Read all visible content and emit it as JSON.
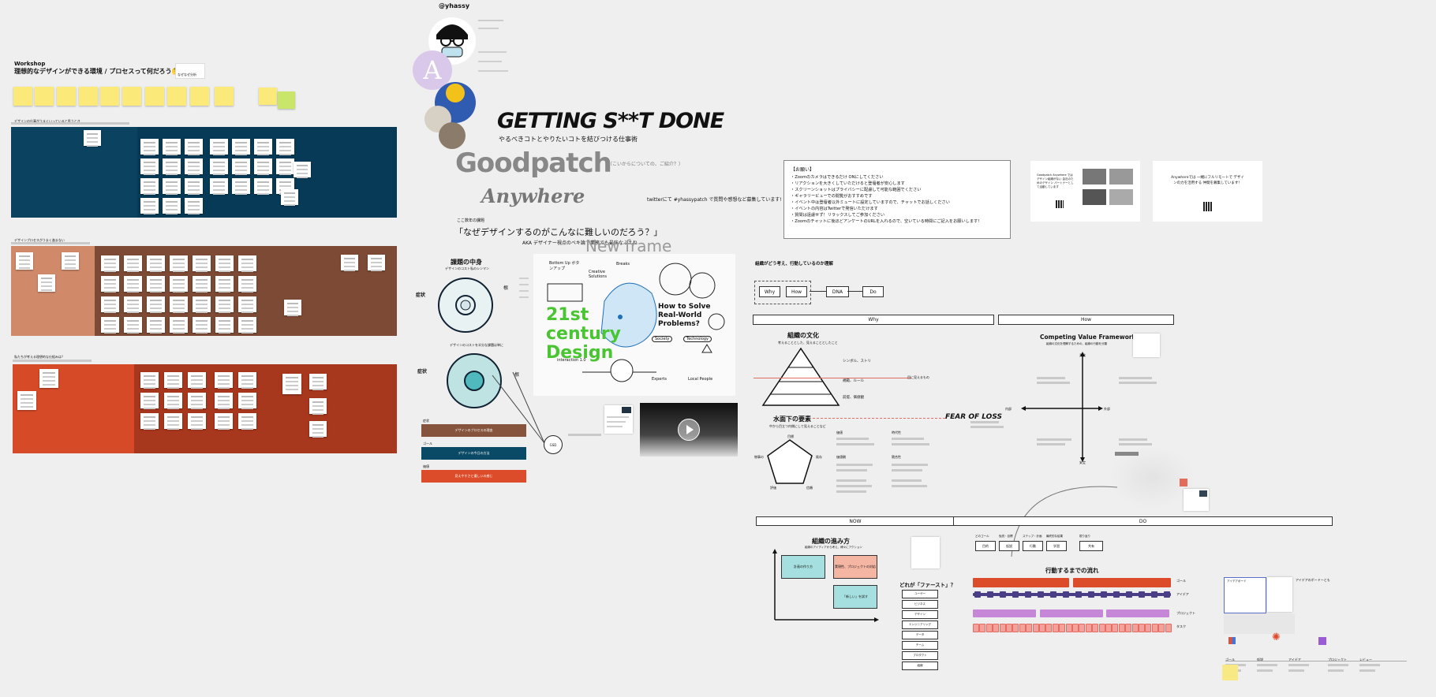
{
  "workshop": {
    "kicker": "Workshop",
    "title": "理想的なデザインができる環境 / プロセスって何だろう🤔",
    "note_button": "なぜなぜ分析"
  },
  "boards": [
    {
      "label": "デザインの仕事がうまくいっていると思うとき",
      "color": "#063a57"
    },
    {
      "label": "デザインプロセスがうまく進まない",
      "color": "#7d4b35"
    },
    {
      "label": "私たちが考える理想的な仕組みは？",
      "color": "#a7371d"
    }
  ],
  "speaker": {
    "handle": "@yhassy"
  },
  "headline": {
    "title": "GETTING S**T DONE",
    "subtitle": "やるべきコトとやりたいコトを結びつける仕事術",
    "brand_top": "Goodpatch",
    "brand_bottom": "Anywhere",
    "brand_note": "（こいからについての、ご紹介？）",
    "twitter": "twitterにて #yhassypatch で質問や感想など募集しています!"
  },
  "question": {
    "kicker": "ここ数年の課題",
    "title": "「なぜデザインするのがこんなに難しいのだろう？」",
    "subtitle": "AKA デザイナー視点のベキ論で業務でも最強なふえね"
  },
  "frame_label": "New frame",
  "notice": {
    "title": "【お願い】",
    "lines": [
      "・Zoomのカメラはできるだけ ONにしてください",
      "・リアクションを大きくしていただけると登壇者が安心します",
      "・スクリーンショットはプライバシーに配慮して可能な範囲でください",
      "・ギャラリービューでの閲覧がおすすめです",
      "・イベント中は登壇者以外ミュートに設定していますので、チャットでお話しください",
      "・イベントの内容はTwitterで発信いただけます",
      "・質問は遠慮せず！リラックスしてご参加ください",
      "・Zoomのチャットに後ほどアンケートのURLを入れるので、空いている時間にご記入をお願いします!"
    ]
  },
  "promo": {
    "card1": "Goodpatch Anywhere では デザイン組織がない 会社のためのデザイン パートナーとして活動しています",
    "card2": "Anywhereでは 一緒にフルリモートで デザインの力を活用する 仲間を募集しています！"
  },
  "problems": {
    "title": "課題の中身",
    "subtitle": "デザインのコスト私のシンマン",
    "symptom1": "症状",
    "symptom2": "症状",
    "root": "根",
    "caption": "デザインのコストを半分な課題は単に",
    "layers": [
      "デザインのプロセスの理由",
      "デザインの今日の方法",
      "見えやすさと優しいの感じ"
    ],
    "layer_tags": [
      "症状",
      "ゴール",
      "価値"
    ],
    "node": "GSD"
  },
  "sketchnote": {
    "big": "21st century Design",
    "solve": "How to Solve Real-World Problems?",
    "bottom_up": "Bottom Up ボタンアップ",
    "solutions": "Creative Solutions",
    "breaks": "Breaks",
    "interaction": "interaction 1.0",
    "society": "Society",
    "technology": "Technology",
    "experts": "Experts",
    "local": "Local People"
  },
  "org": {
    "intro": "組織がどう考え、行動しているのか理解",
    "steps": [
      "Why",
      "How",
      "DNA",
      "Do"
    ],
    "bar_left": "Why",
    "bar_right": "How",
    "culture_title": "組織の文化",
    "culture_sub": "考えることとした、見えることとしたこと",
    "pyramid": [
      "シンボル、ストリ",
      "規範、ルール",
      "前提、価値観"
    ],
    "visible_line": "目に見えるもの",
    "under_title": "水面下の要素",
    "under_sub": "中から目立つ内側にして見えることなど",
    "fear": "FEAR OF LOSS",
    "pentagon": [
      "目標",
      "既存",
      "物事の",
      "評価",
      "信頼"
    ],
    "list_labels": [
      "価値",
      "時代性",
      "価値観",
      "競合性"
    ],
    "cvf_title": "Competing Value Framework",
    "cvf_sub": "組織の文化を理解するための、組織の行動を分類",
    "cvf_axes": [
      "柔軟",
      "安定",
      "内部",
      "外部"
    ],
    "bar_now": "NOW",
    "bar_do": "DO",
    "progress_title": "組織の進み方",
    "progress_sub": "組織のアイディアから考え、様々にアクション",
    "progress_boxes": [
      "計画の作り方",
      "実現性、プロジェクトの対応",
      "「新しい」を試す"
    ],
    "first_title": "どれが「ファースト」？",
    "first_items": [
      "ユーザー",
      "ビジネス",
      "デザイン",
      "エンジニアリング",
      "データ",
      "チーム",
      "プロダクト",
      "組織"
    ],
    "flow_steps": [
      "目的",
      "仮説",
      "行動",
      "学習",
      "共有"
    ],
    "flow_labels": [
      "どのゴール",
      "仮説・目標",
      "ステップ・計画",
      "最終的な結果",
      "振り返り"
    ],
    "action_title": "行動するまでの流れ",
    "row_labels": [
      "ゴール",
      "アイデア",
      "プロジェクト",
      "タスク"
    ],
    "right_headers": [
      "ゴール",
      "仮説",
      "アイデア",
      "プロジェクト",
      "レビュー"
    ],
    "ideas_title": "アイデアボード",
    "aside_heading": "アイデアのボードーとも"
  }
}
